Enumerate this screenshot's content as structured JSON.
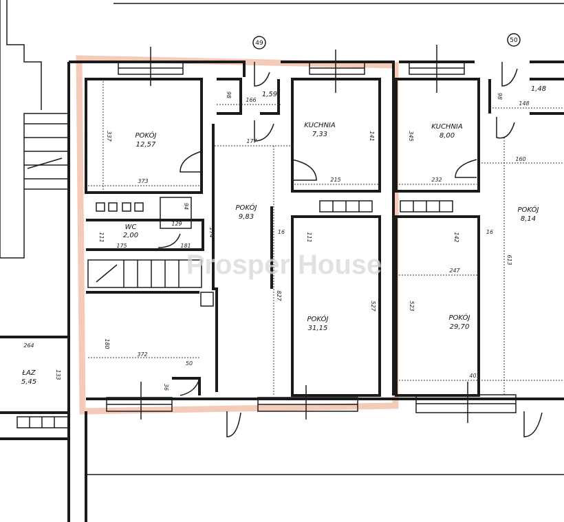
{
  "watermark": "Prosper House",
  "axis_markers": [
    "49",
    "50"
  ],
  "rooms": [
    {
      "name": "POKÓJ",
      "area": "12,57"
    },
    {
      "name": "KUCHNIA",
      "area": "7,33"
    },
    {
      "name": "POKÓJ",
      "area": "9,83"
    },
    {
      "name": "WC",
      "area": "2,00"
    },
    {
      "name": "POKÓJ",
      "area": "31,15"
    },
    {
      "name": "KUCHNIA",
      "area": "8,00"
    },
    {
      "name": "POKÓJ",
      "area": "8,14"
    },
    {
      "name": "POKÓJ",
      "area": "29,70"
    },
    {
      "name": "ŁAZ",
      "area": "5,45"
    },
    {
      "name": "",
      "area": "1,59"
    },
    {
      "name": "",
      "area": "1,48"
    }
  ],
  "dimensions": [
    "337",
    "373",
    "166",
    "98",
    "177",
    "215",
    "141",
    "129",
    "94",
    "174",
    "111",
    "175",
    "181",
    "16",
    "111",
    "827",
    "527",
    "372",
    "50",
    "36",
    "180",
    "264",
    "133",
    "345",
    "232",
    "160",
    "148",
    "98",
    "142",
    "16",
    "247",
    "613",
    "523",
    "407"
  ],
  "colors": {
    "highlight": "#f0b8a0",
    "walls": "#1a1a1a"
  }
}
